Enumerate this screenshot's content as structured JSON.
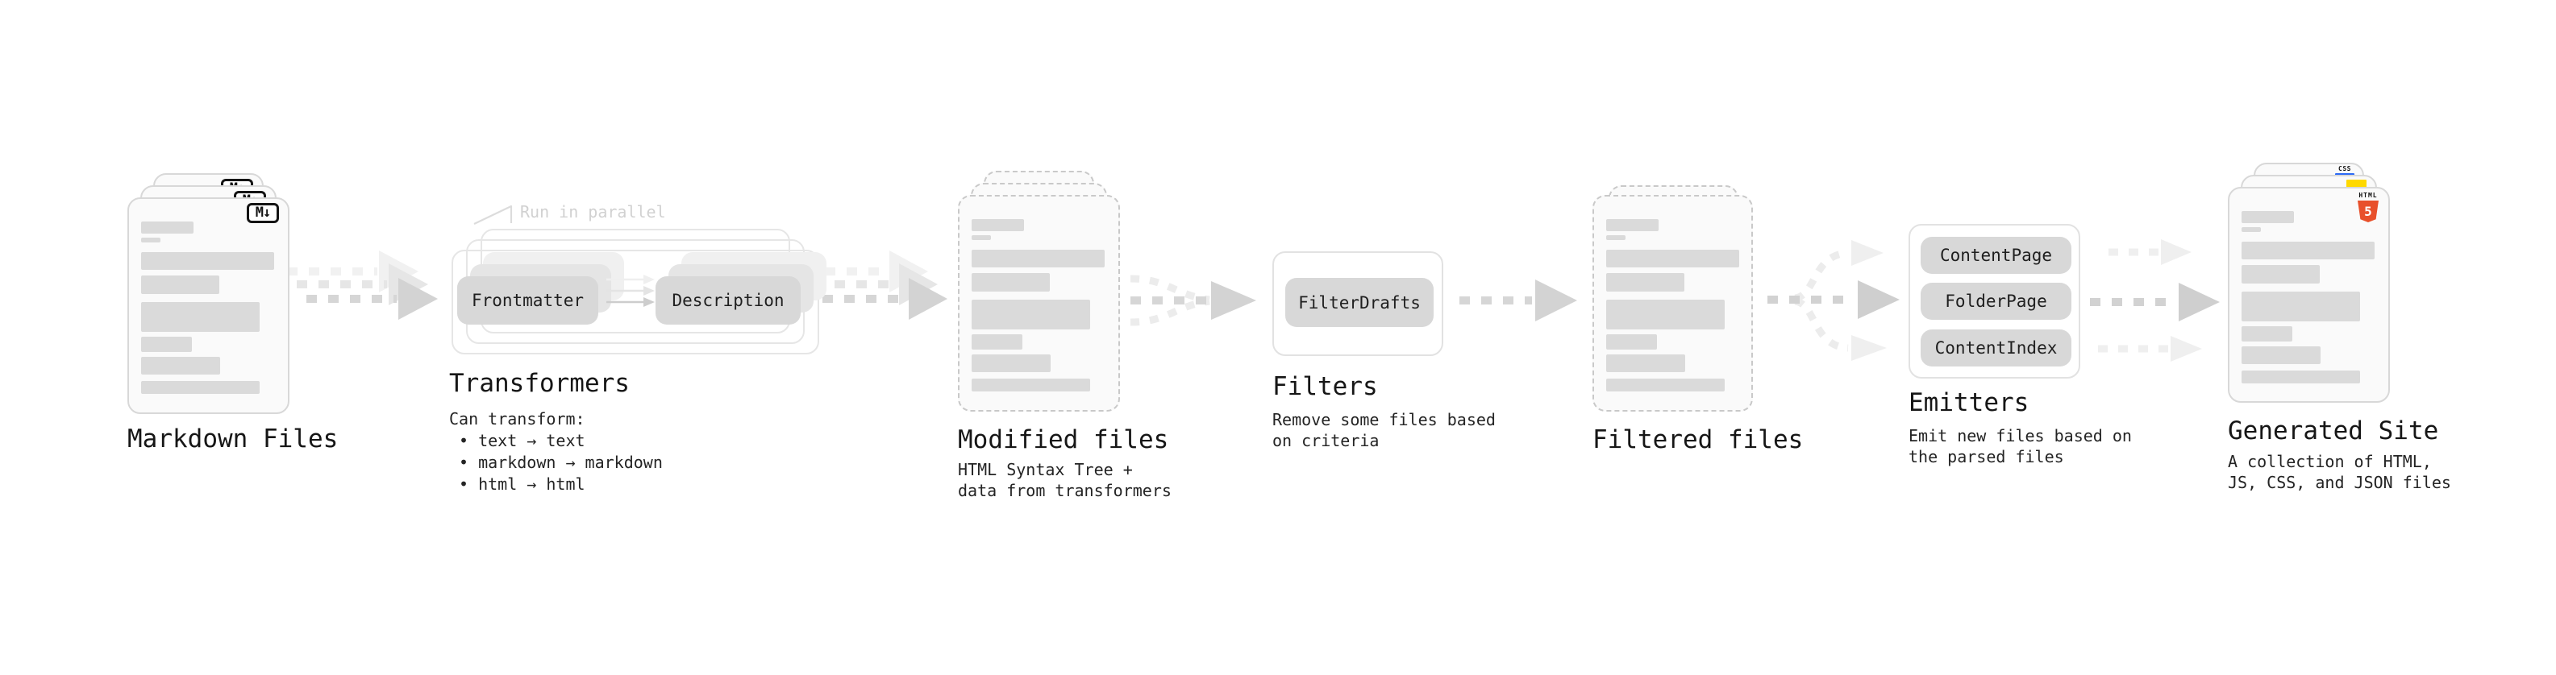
{
  "colors": {
    "js_yellow": "#FFD900",
    "html_orange": "#E8502B",
    "css_blue": "#2D6BF5",
    "arrow_gray": "#D6D6D6",
    "ghost_gray": "#ECECEC",
    "node_fill": "#D8D8D8"
  },
  "stages": {
    "markdown_files": {
      "label": "Markdown Files",
      "icon": "M↓"
    },
    "transformers": {
      "label": "Transformers",
      "callout": "Run in parallel",
      "node_primary": "Frontmatter",
      "node_secondary": "Description",
      "description_title": "Can transform:",
      "bullets": [
        "• text → text",
        "• markdown → markdown",
        "• html → html"
      ]
    },
    "modified_files": {
      "label": "Modified files",
      "sublabel_line1": "HTML Syntax Tree +",
      "sublabel_line2": "data from transformers"
    },
    "filters": {
      "label": "Filters",
      "node": "FilterDrafts",
      "sublabel_line1": "Remove some files based",
      "sublabel_line2": "on criteria"
    },
    "filtered_files": {
      "label": "Filtered files"
    },
    "emitters": {
      "label": "Emitters",
      "nodes": [
        "ContentPage",
        "FolderPage",
        "ContentIndex"
      ],
      "sublabel_line1": "Emit new files based on",
      "sublabel_line2": "the parsed files"
    },
    "generated_site": {
      "label": "Generated Site",
      "sublabel_line1": "A collection of HTML,",
      "sublabel_line2": "JS, CSS, and JSON files",
      "html_badge_label": "HTML",
      "html_badge_number": "5",
      "css_badge_label": "CSS"
    }
  }
}
